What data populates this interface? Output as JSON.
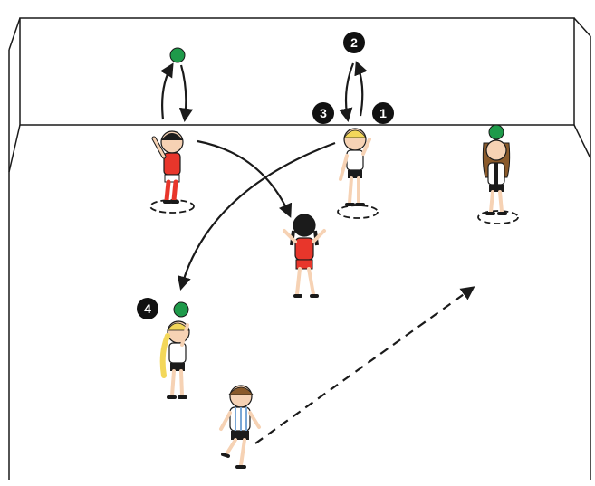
{
  "markers": [
    {
      "id": "1",
      "label": "1"
    },
    {
      "id": "2",
      "label": "2"
    },
    {
      "id": "3",
      "label": "3"
    },
    {
      "id": "4",
      "label": "4"
    }
  ],
  "colors": {
    "line": "#1a1a1a",
    "ball": "#1e9a4a",
    "red_kit": "#e8362b",
    "white_kit": "#ffffff",
    "skin": "#f6d2b4",
    "hair_dark": "#1b1b1b",
    "hair_blonde": "#f3d75a",
    "hair_brown": "#8a5a2b",
    "marker_bg": "#111111"
  },
  "icons": [
    "player-icon",
    "ball-icon",
    "number-marker"
  ]
}
